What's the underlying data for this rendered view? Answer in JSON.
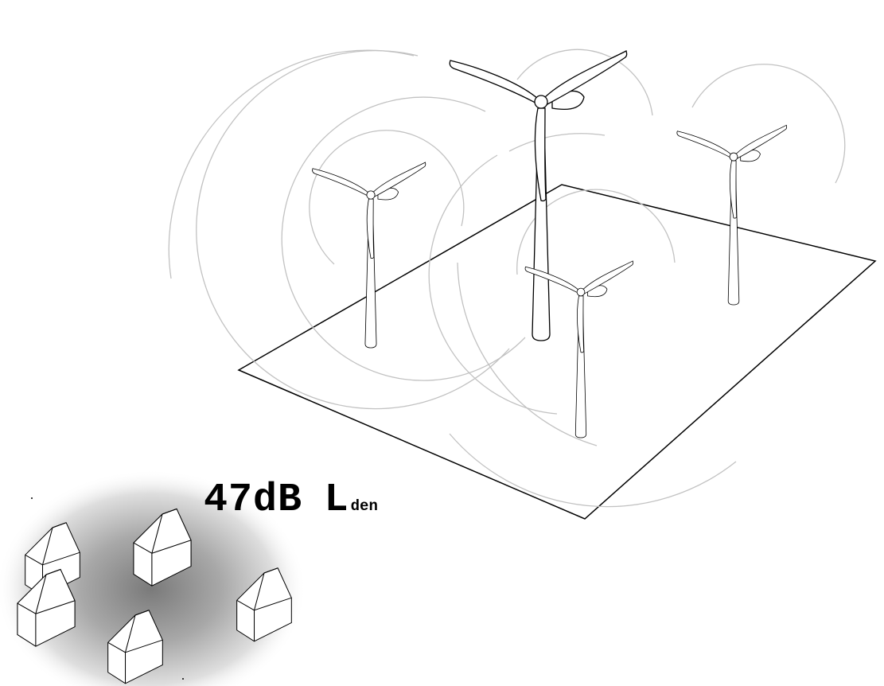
{
  "label": {
    "value": "47dB",
    "unit_letter": "L",
    "unit_subscript": "den"
  },
  "colors": {
    "line": "#000000",
    "sound_wave": "#c2c2c2",
    "shadow": "#8a8a8a",
    "background": "#ffffff"
  },
  "icons": [
    "wind-turbine-icon",
    "house-icon",
    "sound-wave-icon"
  ]
}
